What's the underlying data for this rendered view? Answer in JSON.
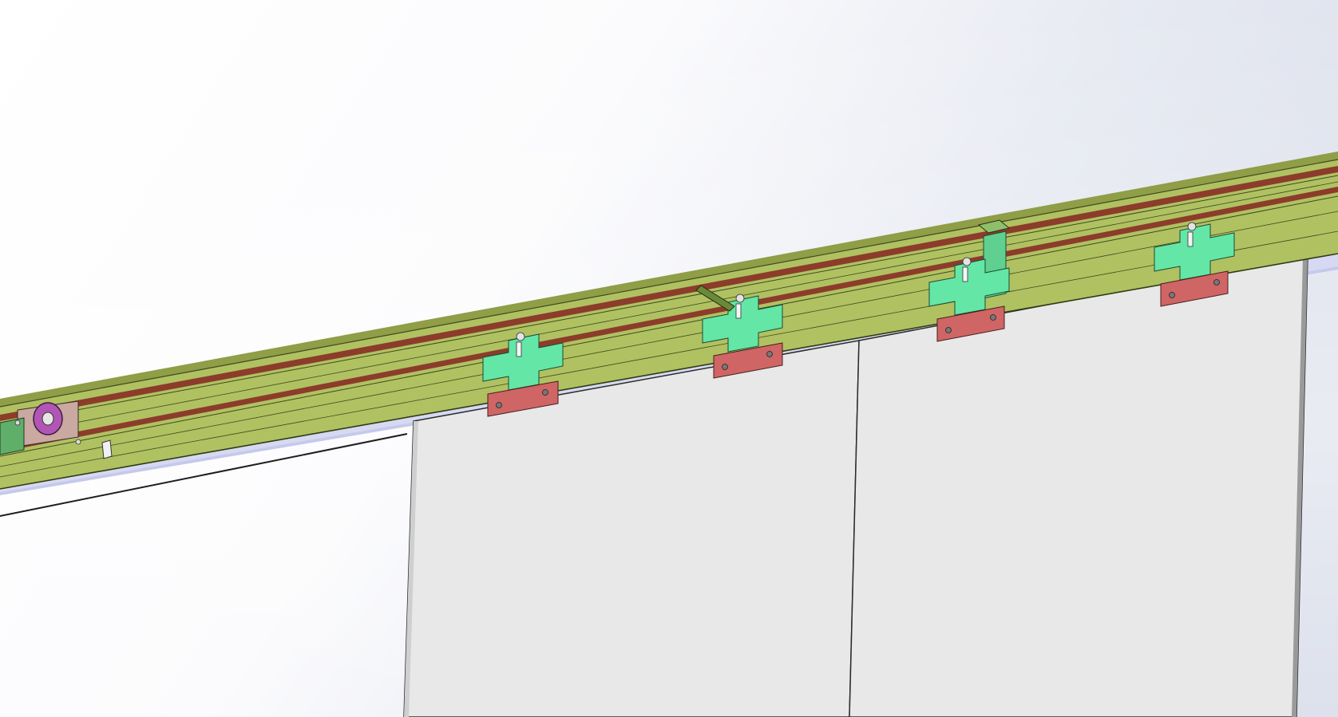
{
  "viewport": {
    "background_colors": [
      "#ffffff",
      "#f4f5f9",
      "#d9dde9"
    ],
    "projection": "isometric",
    "display_style": "shaded-with-edges"
  },
  "assembly": {
    "rail": {
      "top_color": "#a7bd58",
      "face_color": "#b0c162",
      "groove_color": "#8c3c2a",
      "edge_color": "#3d4a1c"
    },
    "header_beam": {
      "face_color": "#ffffff",
      "underside_color": "#c5c9ea"
    },
    "door_panels": {
      "count": 2,
      "color": "#e8e8e8",
      "edge_color": "#2b2b2b"
    },
    "hangers": {
      "count": 4,
      "bracket_color": "#64e6a6",
      "clamp_color": "#cf6565"
    },
    "drive_pulley": {
      "color": "#b256b5"
    }
  }
}
